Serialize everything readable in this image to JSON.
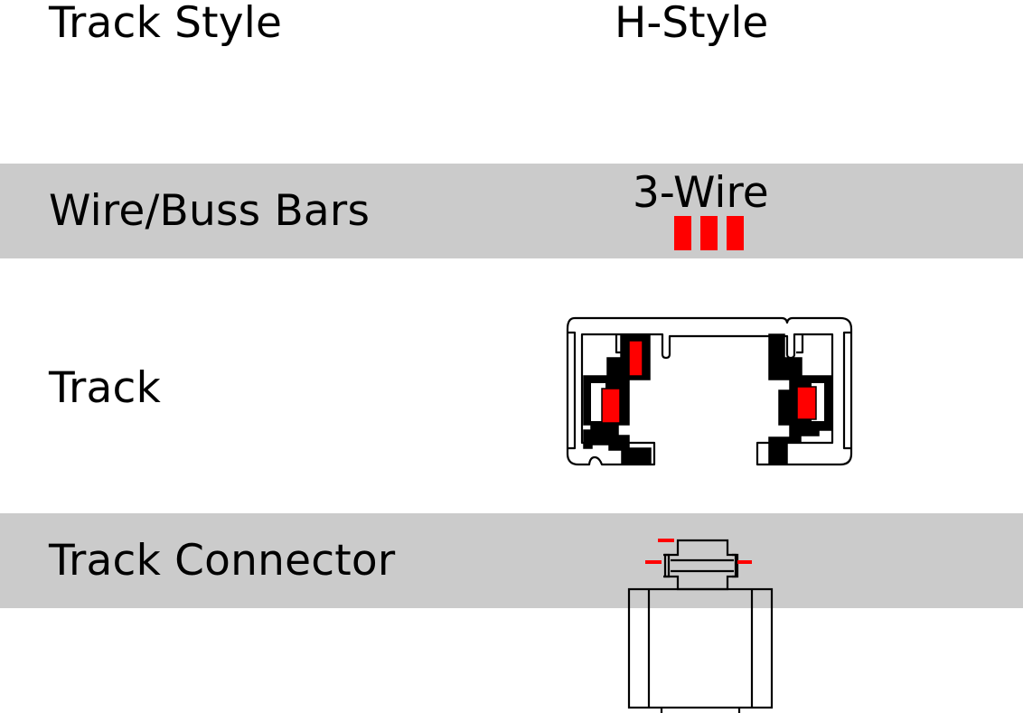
{
  "rows": {
    "track_style": {
      "label": "Track Style",
      "value": "H-Style"
    },
    "wire_buss_bars": {
      "label": "Wire/Buss Bars",
      "value": "3-Wire"
    },
    "track": {
      "label": "Track"
    },
    "track_connector": {
      "label": "Track Connector"
    }
  },
  "colors": {
    "band": "#cbcbcb",
    "accent": "#ff0000",
    "ink": "#000000"
  },
  "icons": {
    "wire_bars": "three-red-bars-icon",
    "track": "track-cross-section-icon",
    "connector": "track-connector-icon"
  },
  "bus_bar_count": 3
}
